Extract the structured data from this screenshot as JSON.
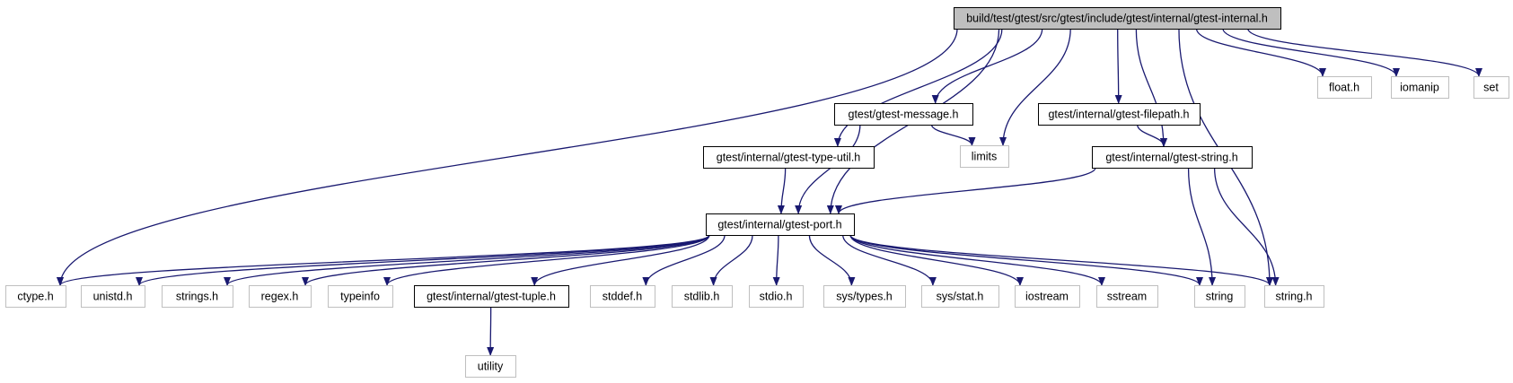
{
  "colors": {
    "edge": "#191970",
    "root_fill": "#bfbfbf",
    "internal_border": "#000000",
    "external_border": "#bfbfbf",
    "node_fill": "#ffffff",
    "text": "#000000"
  },
  "nodes": {
    "root": {
      "label": "build/test/gtest/src/gtest/include/gtest/internal/gtest-internal.h",
      "kind": "root"
    },
    "ctype": {
      "label": "ctype.h",
      "kind": "external"
    },
    "unistd": {
      "label": "unistd.h",
      "kind": "external"
    },
    "strings": {
      "label": "strings.h",
      "kind": "external"
    },
    "regex": {
      "label": "regex.h",
      "kind": "external"
    },
    "typeinfo": {
      "label": "typeinfo",
      "kind": "external"
    },
    "tuple": {
      "label": "gtest/internal/gtest-tuple.h",
      "kind": "internal"
    },
    "utility": {
      "label": "utility",
      "kind": "external"
    },
    "stddef": {
      "label": "stddef.h",
      "kind": "external"
    },
    "stdlib": {
      "label": "stdlib.h",
      "kind": "external"
    },
    "stdio": {
      "label": "stdio.h",
      "kind": "external"
    },
    "systypes": {
      "label": "sys/types.h",
      "kind": "external"
    },
    "sysstat": {
      "label": "sys/stat.h",
      "kind": "external"
    },
    "iostream": {
      "label": "iostream",
      "kind": "external"
    },
    "sstream": {
      "label": "sstream",
      "kind": "external"
    },
    "string": {
      "label": "string",
      "kind": "external"
    },
    "stringh": {
      "label": "string.h",
      "kind": "external"
    },
    "port": {
      "label": "gtest/internal/gtest-port.h",
      "kind": "internal"
    },
    "typeutil": {
      "label": "gtest/internal/gtest-type-util.h",
      "kind": "internal"
    },
    "message": {
      "label": "gtest/gtest-message.h",
      "kind": "internal"
    },
    "limits": {
      "label": "limits",
      "kind": "external"
    },
    "filepath": {
      "label": "gtest/internal/gtest-filepath.h",
      "kind": "internal"
    },
    "gstring": {
      "label": "gtest/internal/gtest-string.h",
      "kind": "internal"
    },
    "float": {
      "label": "float.h",
      "kind": "external"
    },
    "iomanip": {
      "label": "iomanip",
      "kind": "external"
    },
    "set": {
      "label": "set",
      "kind": "external"
    }
  },
  "edges": [
    [
      "root",
      "ctype"
    ],
    [
      "root",
      "port"
    ],
    [
      "root",
      "typeutil"
    ],
    [
      "root",
      "message"
    ],
    [
      "root",
      "limits"
    ],
    [
      "root",
      "filepath"
    ],
    [
      "root",
      "gstring"
    ],
    [
      "root",
      "stringh"
    ],
    [
      "root",
      "float"
    ],
    [
      "root",
      "iomanip"
    ],
    [
      "root",
      "set"
    ],
    [
      "message",
      "limits"
    ],
    [
      "message",
      "port"
    ],
    [
      "filepath",
      "gstring"
    ],
    [
      "typeutil",
      "port"
    ],
    [
      "gstring",
      "port"
    ],
    [
      "gstring",
      "string"
    ],
    [
      "gstring",
      "stringh"
    ],
    [
      "port",
      "ctype"
    ],
    [
      "port",
      "unistd"
    ],
    [
      "port",
      "strings"
    ],
    [
      "port",
      "regex"
    ],
    [
      "port",
      "typeinfo"
    ],
    [
      "port",
      "tuple"
    ],
    [
      "port",
      "stddef"
    ],
    [
      "port",
      "stdlib"
    ],
    [
      "port",
      "stdio"
    ],
    [
      "port",
      "systypes"
    ],
    [
      "port",
      "sysstat"
    ],
    [
      "port",
      "iostream"
    ],
    [
      "port",
      "sstream"
    ],
    [
      "port",
      "string"
    ],
    [
      "port",
      "stringh"
    ],
    [
      "tuple",
      "utility"
    ]
  ]
}
